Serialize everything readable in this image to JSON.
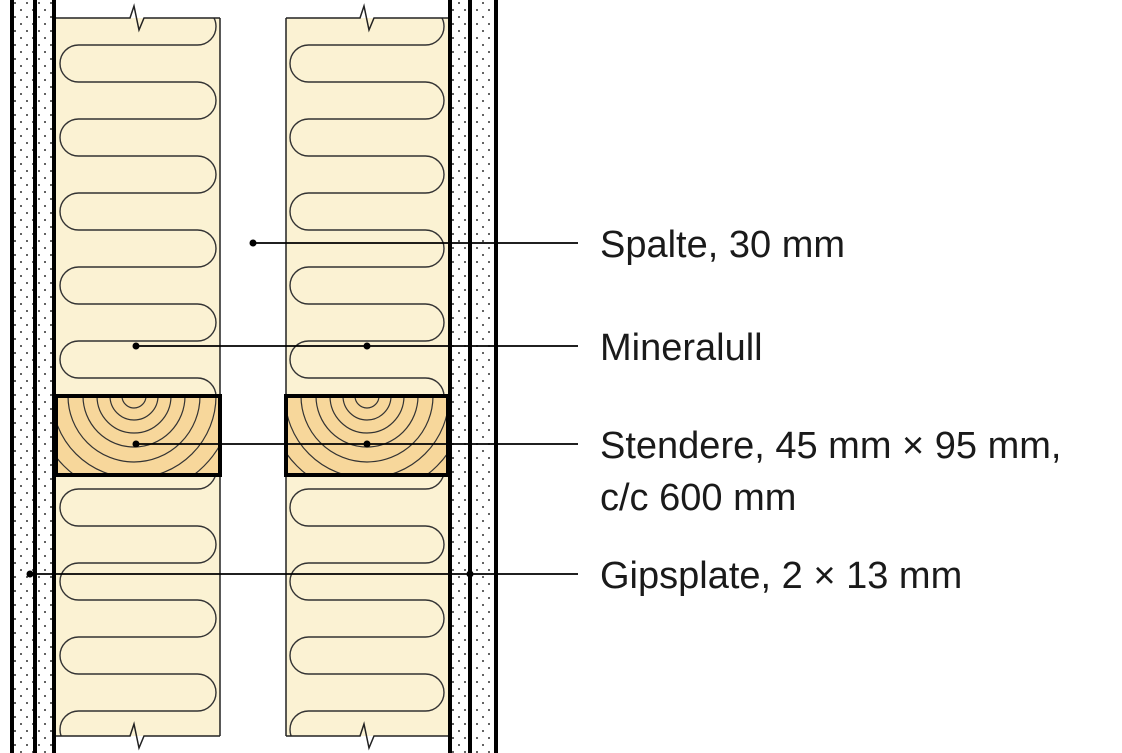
{
  "labels": {
    "gap": "Spalte, 30 mm",
    "insulation": "Mineralull",
    "stud_line1": "Stendere, 45 mm × 95 mm,",
    "stud_line2": "c/c 600 mm",
    "gypsum": "Gipsplate, 2 × 13 mm"
  },
  "colors": {
    "insulation": "#fbf2d3",
    "timber": "#f7d79b",
    "board": "#ffffff",
    "line": "#1a1a1a"
  }
}
